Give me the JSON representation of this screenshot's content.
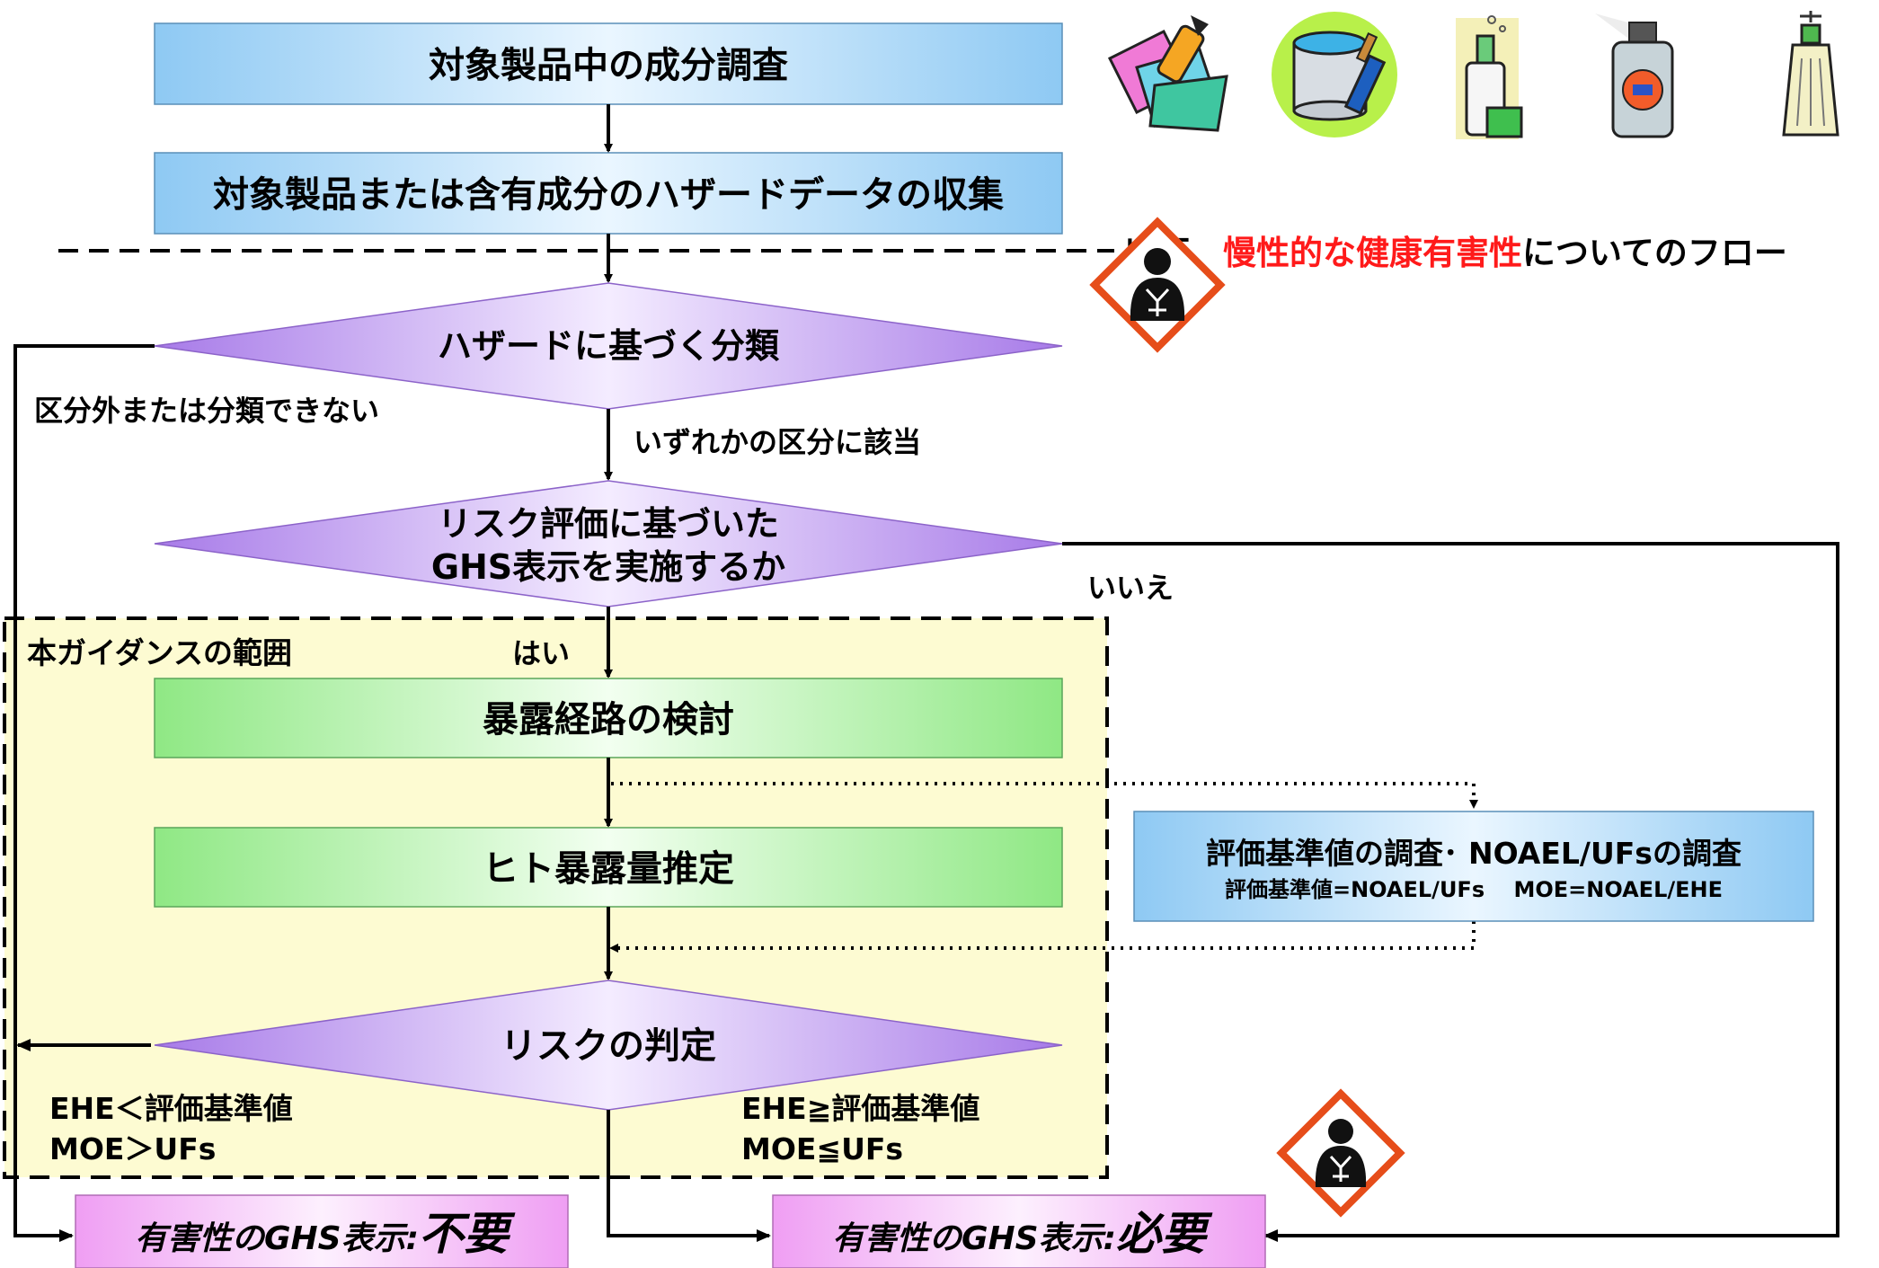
{
  "flow": {
    "step1": "対象製品中の成分調査",
    "step2": "対象製品または含有成分のハザードデータの収集",
    "divider_note_prefix": "以下、",
    "divider_note_highlight": "慢性的な健康有害性",
    "divider_note_suffix": "についてのフロー",
    "decision1": "ハザードに基づく分類",
    "decision1_no": "区分外または分類できない",
    "decision1_yes": "いずれかの区分に該当",
    "decision2_line1": "リスク評価に基づいた",
    "decision2_line2": "GHS表示を実施するか",
    "decision2_no": "いいえ",
    "decision2_yes": "はい",
    "scope_label": "本ガイダンスの範囲",
    "step3": "暴露経路の検討",
    "step4": "ヒト暴露量推定",
    "side_box_title": "評価基準値の調査･ NOAEL/UFsの調査",
    "side_box_sub": "評価基準値=NOAEL/UFs　 MOE=NOAEL/EHE",
    "decision3": "リスクの判定",
    "left_cond_1": "EHE＜評価基準値",
    "left_cond_2": "MOE＞UFs",
    "right_cond_1": "EHE≧評価基準値",
    "right_cond_2": "MOE≦UFs",
    "result_unneeded_prefix": "有害性のGHS表示:",
    "result_unneeded_emph": "不要",
    "result_needed_prefix": "有害性のGHS表示:",
    "result_needed_emph": "必要"
  },
  "icons": [
    "glue-bottle-icon",
    "paint-can-icon",
    "detergent-bottle-icon",
    "spray-can-icon",
    "dropper-bottle-icon",
    "ghs-health-hazard-icon"
  ],
  "colors": {
    "blue_box": "#9fd0f5",
    "green_box": "#b6f2a8",
    "purple_diamond": "#b58cf0",
    "pink_box": "#f1b0f4",
    "scope_fill": "#fdfbd2",
    "highlight_red": "#ff1a1a",
    "hazard_red": "#e64d1a"
  }
}
